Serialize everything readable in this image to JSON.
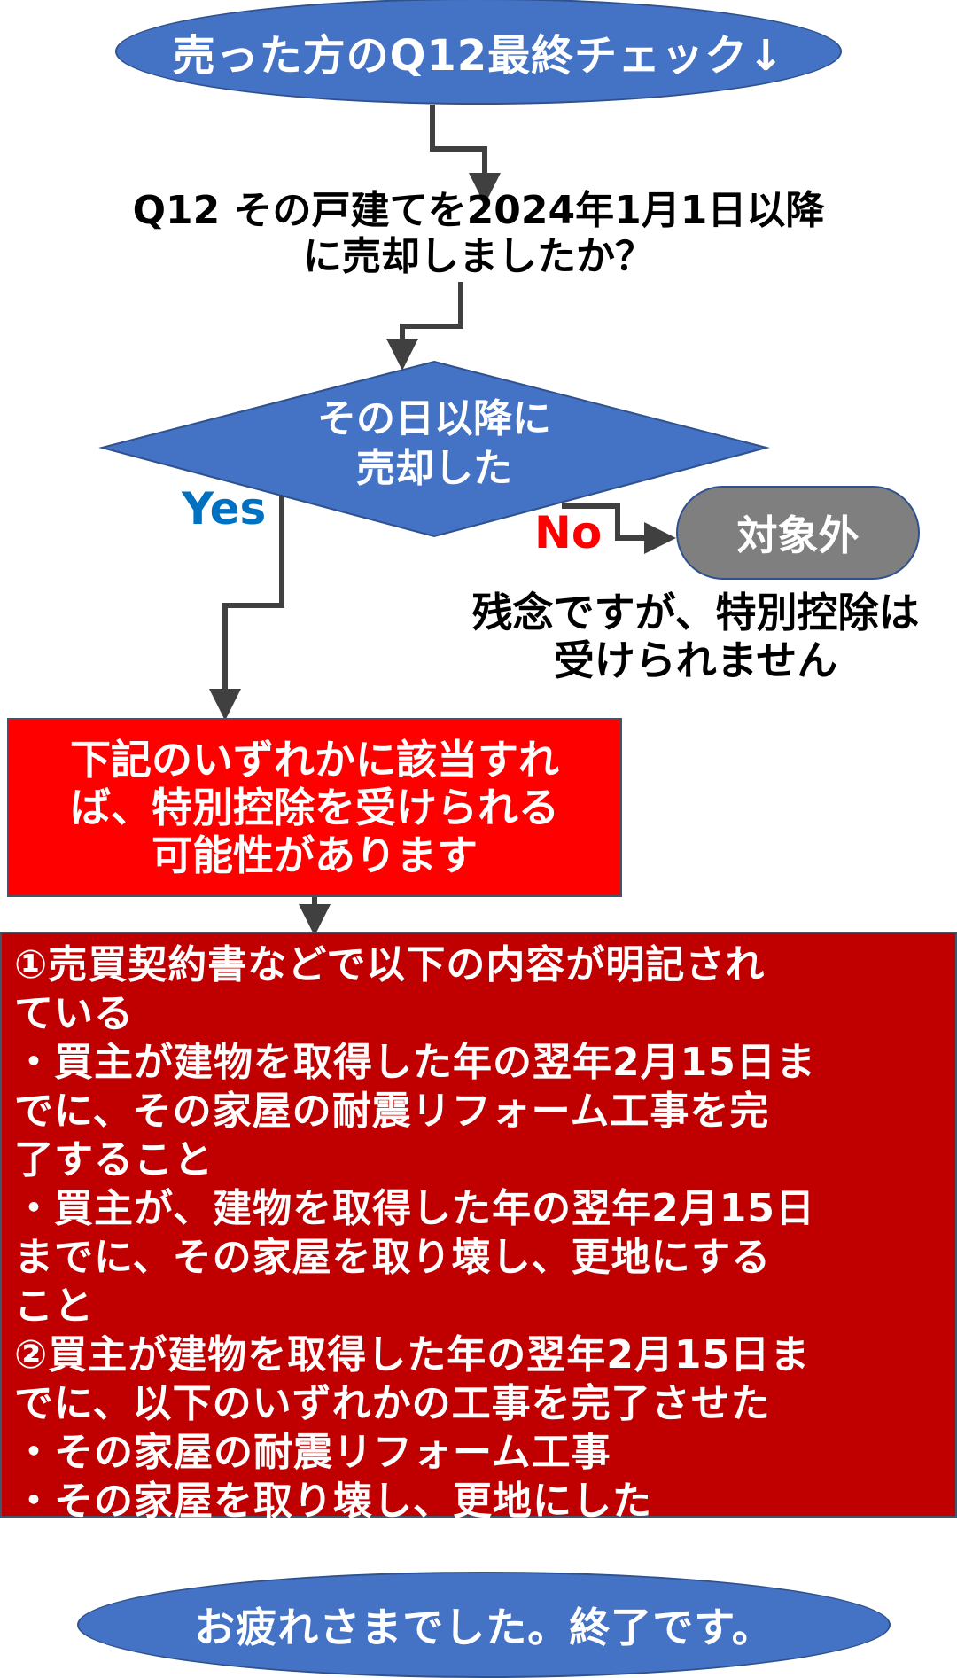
{
  "title_oval": {
    "label": "売った方のQ12最終チェック↓"
  },
  "question": {
    "line1": "Q12 その戸建てを2024年1月1日以降",
    "line2": "に売却しましたか？"
  },
  "decision": {
    "line1": "その日以降に",
    "line2": "売却した",
    "yes_label": "Yes",
    "no_label": "No"
  },
  "no_branch": {
    "result_label": "対象外",
    "message_line1": "残念ですが、特別控除は",
    "message_line2": "受けられません"
  },
  "yes_branch": {
    "result_line1": "下記のいずれかに該当すれ",
    "result_line2": "ば、特別控除を受けられる",
    "result_line3": "可能性があります"
  },
  "conditions": {
    "lines": [
      "①売買契約書などで以下の内容が明記され",
      "ている",
      "・買主が建物を取得した年の翌年2月15日ま",
      "でに、その家屋の耐震リフォーム工事を完",
      "了すること",
      "・買主が、建物を取得した年の翌年2月15日",
      "までに、その家屋を取り壊し、更地にする",
      "こと",
      "②買主が建物を取得した年の翌年2月15日ま",
      "でに、以下のいずれかの工事を完了させた",
      "・その家屋の耐震リフォーム工事",
      "・その家屋を取り壊し、更地にした"
    ]
  },
  "end_oval": {
    "label": "お疲れさまでした。終了です。"
  },
  "colors": {
    "oval_blue": "#4472c4",
    "yes_blue": "#0070c0",
    "no_red": "#ff0000",
    "gray_pill": "#7f7f7f",
    "red_box": "#ff0000",
    "dark_red_box": "#c00000",
    "connector": "#404040"
  }
}
